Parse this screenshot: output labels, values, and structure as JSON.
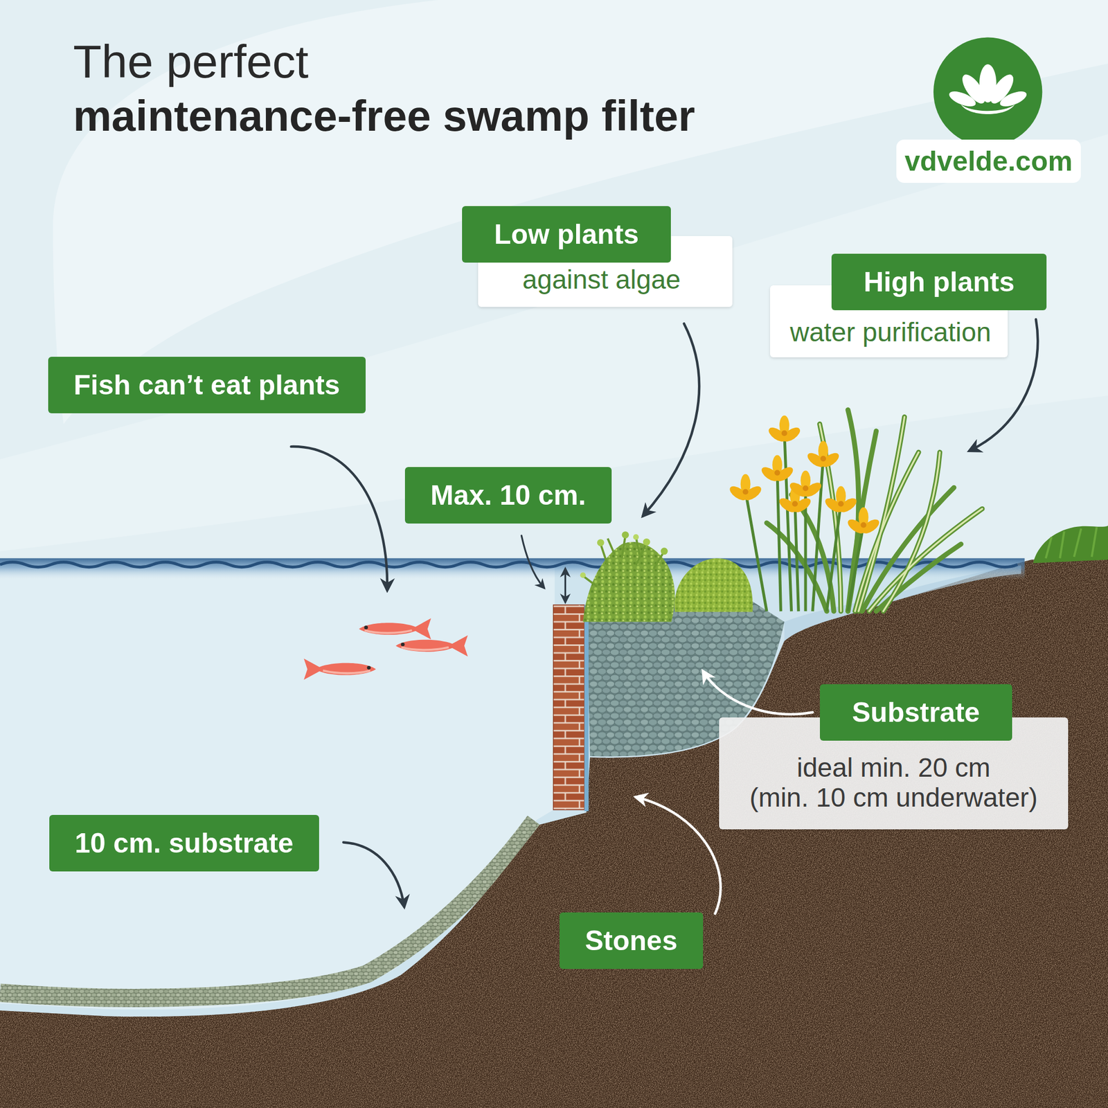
{
  "diagram": {
    "title": "The perfect maintenance-free swamp filter",
    "nodes": [
      {
        "text": [
          "Low plants",
          "against algae"
        ]
      },
      {
        "text": [
          "High plants",
          "water purification"
        ]
      },
      {
        "text": [
          "Fish can’t eat plants"
        ]
      },
      {
        "text": [
          "Max. 10 cm."
        ]
      },
      {
        "text": [
          "Substrate",
          "ideal min. 20 cm (min. 10 cm underwater)"
        ]
      },
      {
        "text": [
          "10 cm. substrate"
        ]
      },
      {
        "text": [
          "Stones"
        ]
      }
    ],
    "labels": [
      "vdvelde.com"
    ]
  }
}
